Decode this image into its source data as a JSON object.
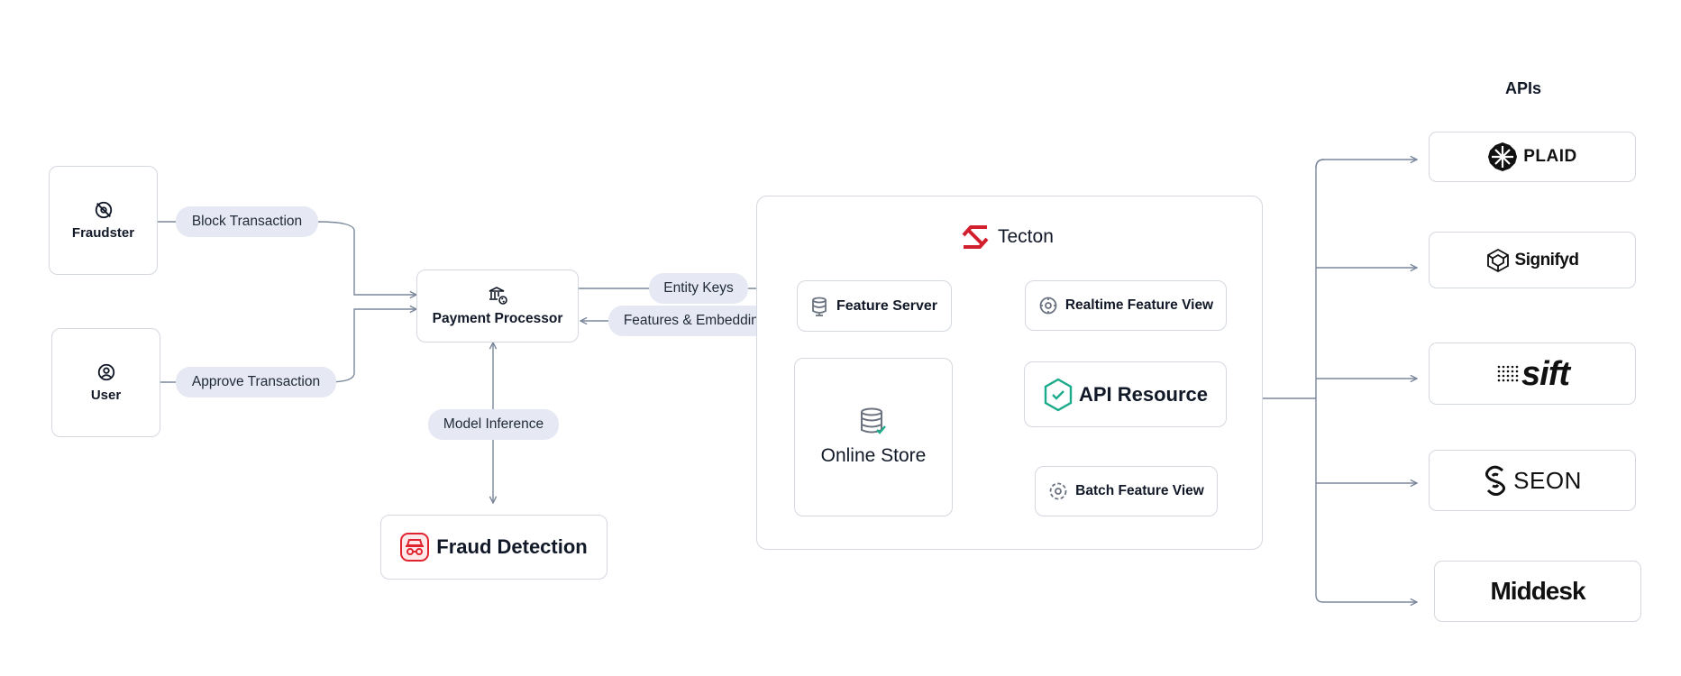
{
  "actors": {
    "fraudster": "Fraudster",
    "user": "User"
  },
  "edges": {
    "block_transaction": "Block Transaction",
    "approve_transaction": "Approve Transaction",
    "entity_keys": "Entity Keys",
    "features_embeddings": "Features & Embeddings",
    "model_inference": "Model Inference"
  },
  "nodes": {
    "payment_processor": "Payment Processor",
    "fraud_detection": "Fraud Detection",
    "feature_server": "Feature Server",
    "online_store": "Online Store",
    "realtime_feature_view": "Realtime Feature View",
    "api_resource": "API Resource",
    "batch_feature_view": "Batch Feature View"
  },
  "tecton": {
    "title": "Tecton",
    "brand_color": "#d21f2d"
  },
  "apis": {
    "header": "APIs",
    "providers": [
      "PLAID",
      "Signifyd",
      "sift",
      "SEON",
      "Middesk"
    ]
  },
  "colors": {
    "arrow": "#7a879b",
    "pill_bg": "#e6e9f4",
    "box_border": "#d4d8df",
    "api_shield": "#1bab8a",
    "fraud_red": "#e0242f",
    "icon_gray": "#6b7280"
  },
  "icons": [
    "eye-slash-icon",
    "user-circle-icon",
    "bank-sync-icon",
    "database-icon",
    "database-check-icon",
    "gear-icon",
    "shield-check-icon",
    "spy-icon",
    "tecton-logo",
    "plaid-logo",
    "signifyd-logo",
    "seon-logo"
  ]
}
